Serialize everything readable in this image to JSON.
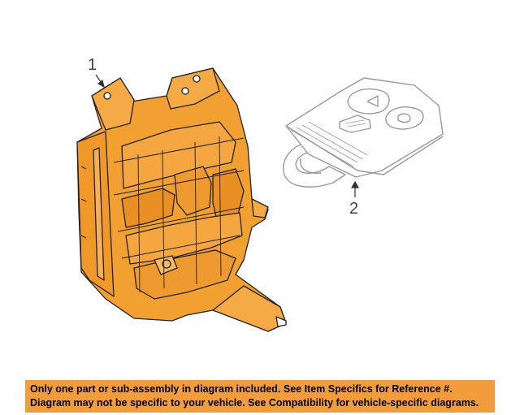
{
  "callouts": {
    "part_1": "1",
    "part_2": "2"
  },
  "parts": [
    {
      "label": "1",
      "icon": "module-icon",
      "color": "#f3a032"
    },
    {
      "label": "2",
      "icon": "key-fob-icon",
      "color": "#ffffff"
    }
  ],
  "banner": {
    "line1": "Only one part or sub-assembly in diagram included. See Item Specifics for Reference #.",
    "line2": "Diagram may not be specific to your vehicle. See Compatibility for vehicle-specific diagrams.",
    "color": "#f39c3c"
  }
}
